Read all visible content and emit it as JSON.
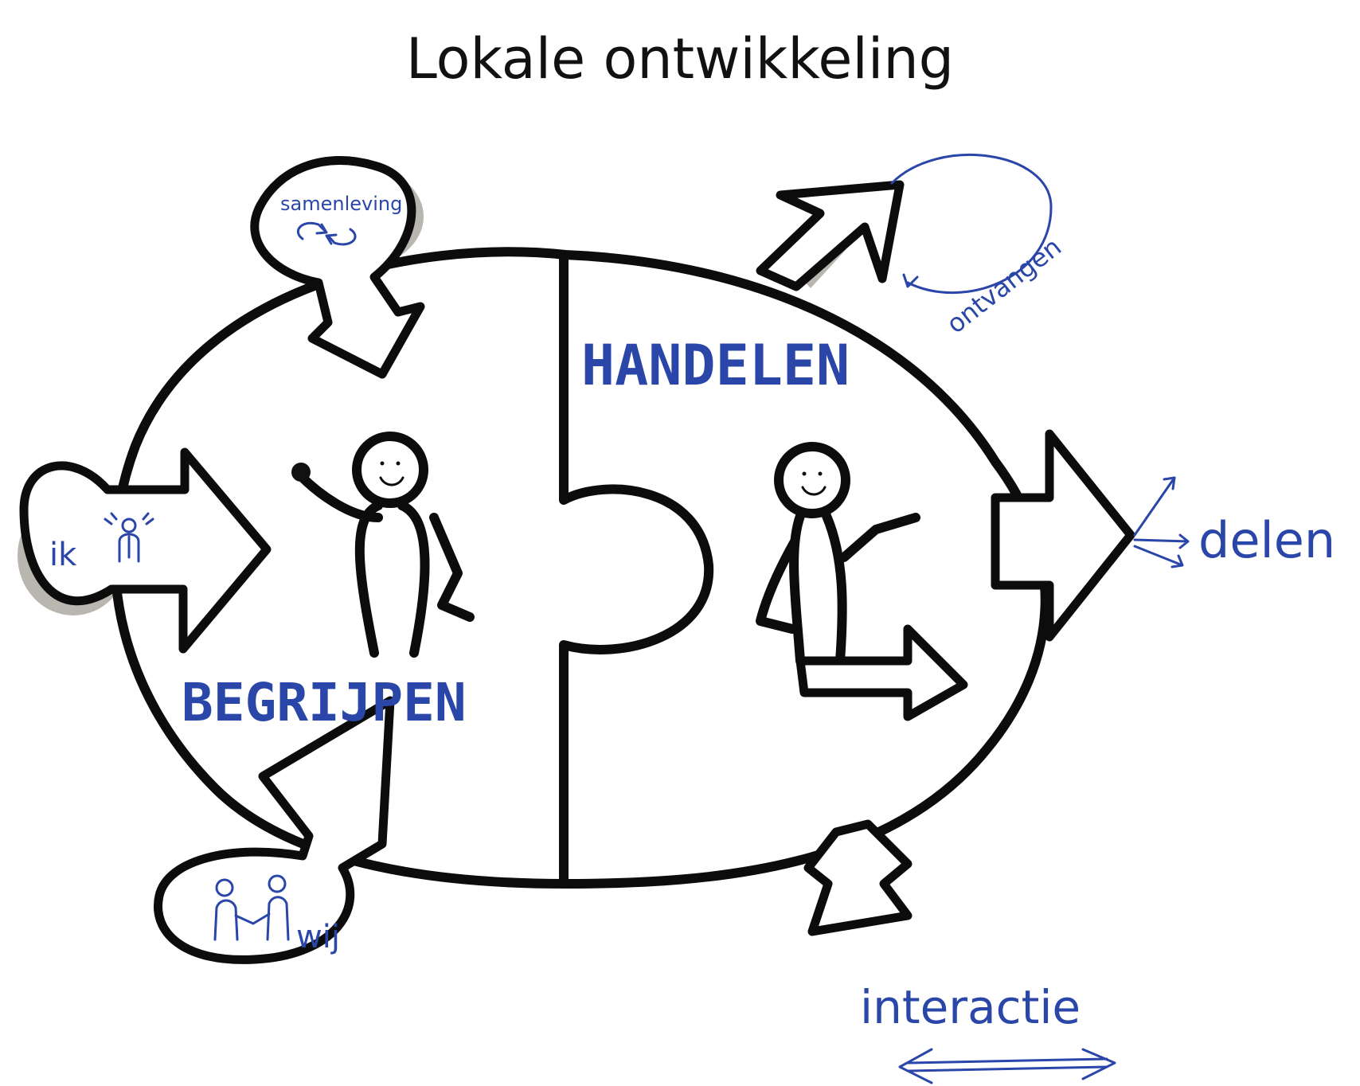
{
  "title": "Lokale ontwikkeling",
  "sections": {
    "left": "BEGRIJPEN",
    "right": "HANDELEN"
  },
  "inputs": {
    "top": "samenleving",
    "left": "ik",
    "bottom": "wij"
  },
  "outputs": {
    "loop": "ontvangen",
    "right": "delen",
    "bottom": "interactie"
  },
  "colors": {
    "ink": "#0c0c0c",
    "accent_blue": "#2a46a8",
    "shadow_grey": "#b9b6b0"
  },
  "icons": {
    "samenleving": "cycle-arrows-icon",
    "ik": "person-icon",
    "wij": "two-people-handshake-icon",
    "interactie": "double-arrow-icon"
  }
}
